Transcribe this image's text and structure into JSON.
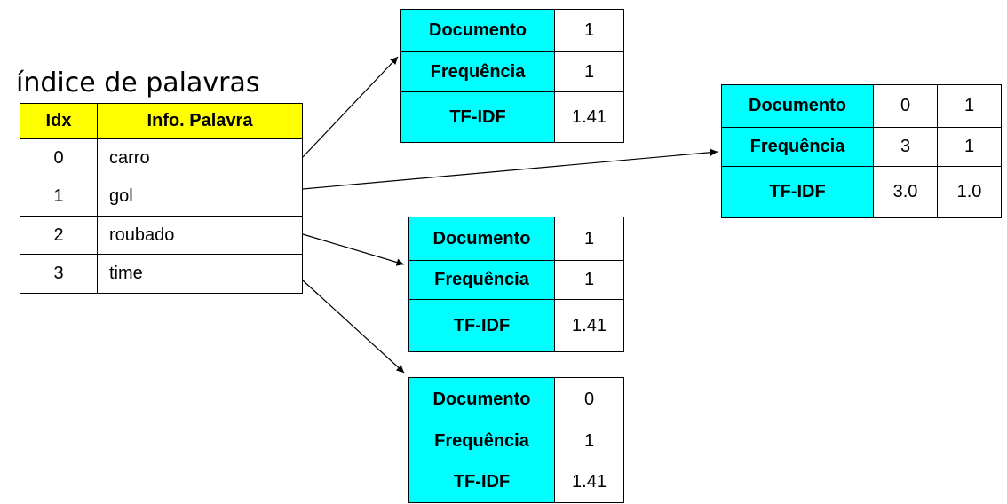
{
  "title": "índice de palavras",
  "index": {
    "headers": [
      "Idx",
      "Info. Palavra"
    ],
    "rows": [
      {
        "idx": "0",
        "word": "carro"
      },
      {
        "idx": "1",
        "word": "gol"
      },
      {
        "idx": "2",
        "word": "roubado"
      },
      {
        "idx": "3",
        "word": "time"
      }
    ]
  },
  "row_labels": {
    "doc": "Documento",
    "freq": "Frequência",
    "tfidf": "TF-IDF"
  },
  "postings": {
    "carro": {
      "documento": [
        "1"
      ],
      "frequencia": [
        "1"
      ],
      "tfidf": [
        "1.41"
      ]
    },
    "gol": {
      "documento": [
        "0",
        "1"
      ],
      "frequencia": [
        "3",
        "1"
      ],
      "tfidf": [
        "3.0",
        "1.0"
      ]
    },
    "roubado": {
      "documento": [
        "1"
      ],
      "frequencia": [
        "1"
      ],
      "tfidf": [
        "1.41"
      ]
    },
    "time": {
      "documento": [
        "0"
      ],
      "frequencia": [
        "1"
      ],
      "tfidf": [
        "1.41"
      ]
    }
  },
  "colors": {
    "header_fill": "#ffff00",
    "label_fill": "#00ffff",
    "lines": "#000000"
  }
}
